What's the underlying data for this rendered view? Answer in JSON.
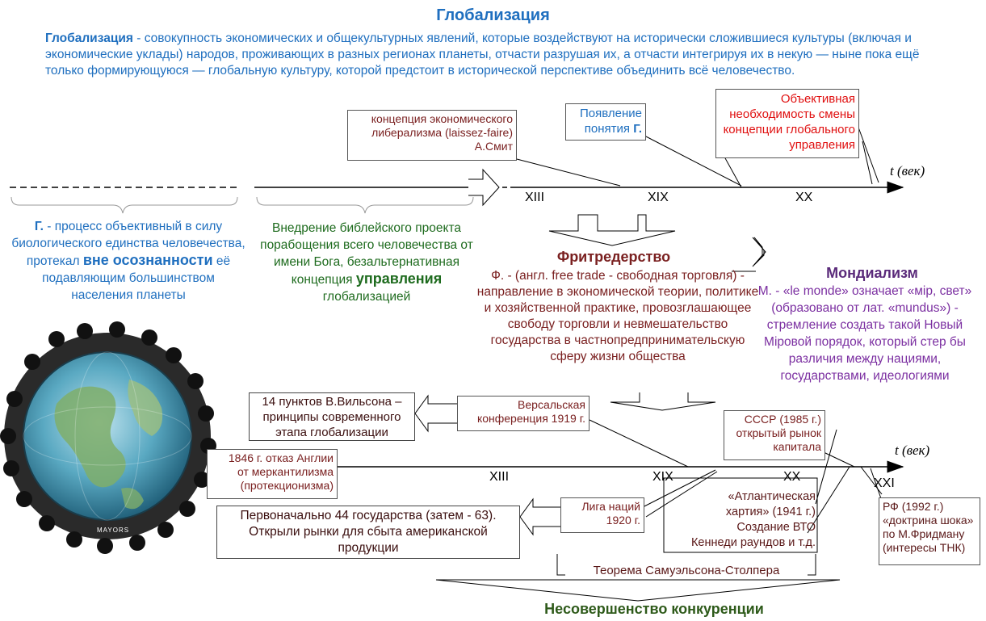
{
  "title": "Глобализация",
  "definition": {
    "term": "Глобализация",
    "text": " - совокупность экономических и общекультурных явлений, которые воздействуют на исторически сложившиеся культуры (включая и экономические уклады) народов, проживающих в разных регионах планеты, отчасти разрушая их, а отчасти интегрируя их в некую — ныне пока ещё только формирующуюся — глобальную культуру, которой предстоит в исторической перспективе объединить всё человечество."
  },
  "top_timeline": {
    "axis_label": "t (век)",
    "ticks": [
      "XIII",
      "XIX",
      "XX"
    ],
    "liberalism_box": [
      "концепция экономического",
      "либерализма (laissez-faire)",
      "А.Смит"
    ],
    "appearance_box": {
      "line1": "Появление",
      "line2": "понятия ",
      "bold": "Г."
    },
    "objective_box": [
      "Объективная",
      "необходимость смены",
      "концепции глобального",
      "управления"
    ]
  },
  "left_text": {
    "term": "Г.",
    "part1": " - процесс объективный в силу биологического единства человечества, протекал ",
    "emph": "вне осознанности",
    "part2": " её подавляющим большинством населения планеты"
  },
  "middle_text": {
    "part1": "Внедрение библейского проекта порабощения всего человечества от имени Бога, безальтернативная концепция ",
    "emph": "управления",
    "part2": " глобализацией"
  },
  "free_trade": {
    "heading": "Фритредерство",
    "body": "Ф. - (англ. free trade - свободная торговля) - направление в экономической теории, политике и хозяйственной практике, провозглашающее свободу торговли и невмешательство государства в частнопредпринимательскую сферу жизни общества"
  },
  "mondialism": {
    "heading": "Мондиализм",
    "body": "М. - «le monde» означает «міp, свет» (образовано от лат. «mundus») - стремление создать такой Новый Міровой порядок, который стер бы различия между нациями, государствами, идеологиями"
  },
  "bottom_timeline": {
    "axis_label": "t (век)",
    "ticks": [
      "XIII",
      "XIX",
      "XX",
      "XXI"
    ],
    "wilson_box": [
      "14 пунктов В.Вильсона –",
      "принципы современного",
      "этапа глобализации"
    ],
    "versailles_box": [
      "Версальская",
      "конференция 1919 г."
    ],
    "ussr_box": [
      "СССР (1985 г.)",
      "открытый рынок",
      "капитала"
    ],
    "england_box": [
      "1846 г. отказ Англии",
      "от меркантилизма",
      "(протекционизма)"
    ],
    "league_box": [
      "Лига наций",
      "1920 г."
    ],
    "states_box": [
      "Первоначально 44 государства (затем - 63).",
      "Открыли рынки для сбыта американской",
      "продукции"
    ],
    "atlantic_box": [
      "«Атлантическая",
      "хартия» (1941 г.)",
      "Создание ВТО",
      "Кеннеди раундов и т.д."
    ],
    "rf_box": [
      "РФ (1992 г.)",
      "«доктрина шока»",
      "по М.Фридману",
      "(интересы ТНК)"
    ]
  },
  "theorem": "Теорема Самуэльсона-Столпера",
  "imperfection": "Несовершенство конкуренции",
  "image": {
    "signature": "MAYORS"
  },
  "colors": {
    "blue": "#1f6fbf",
    "green": "#1e6b1e",
    "maroon": "#7a2020",
    "purple": "#7b2fa1",
    "red": "#e01010"
  }
}
